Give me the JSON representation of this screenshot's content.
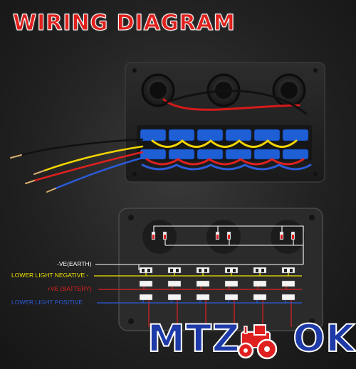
{
  "header": {
    "title": "WIRING DIAGRAM"
  },
  "diagram": {
    "labels": {
      "earth": "-VE(EARTH)",
      "lower_light_negative": "LOWER LIGHT NEGATIVE -",
      "battery": "+VE (BATTERY)",
      "lower_light_positive": "LOWER LIGHT POSITIVE"
    },
    "colors": {
      "earth": "#ffffff",
      "lower_light_negative": "#f2e600",
      "battery": "#e02020",
      "lower_light_positive": "#2b5bd8",
      "title": "#e0201c"
    }
  },
  "watermark": {
    "left": "MTZ",
    "right": "OK",
    "icon": "tractor-icon"
  }
}
